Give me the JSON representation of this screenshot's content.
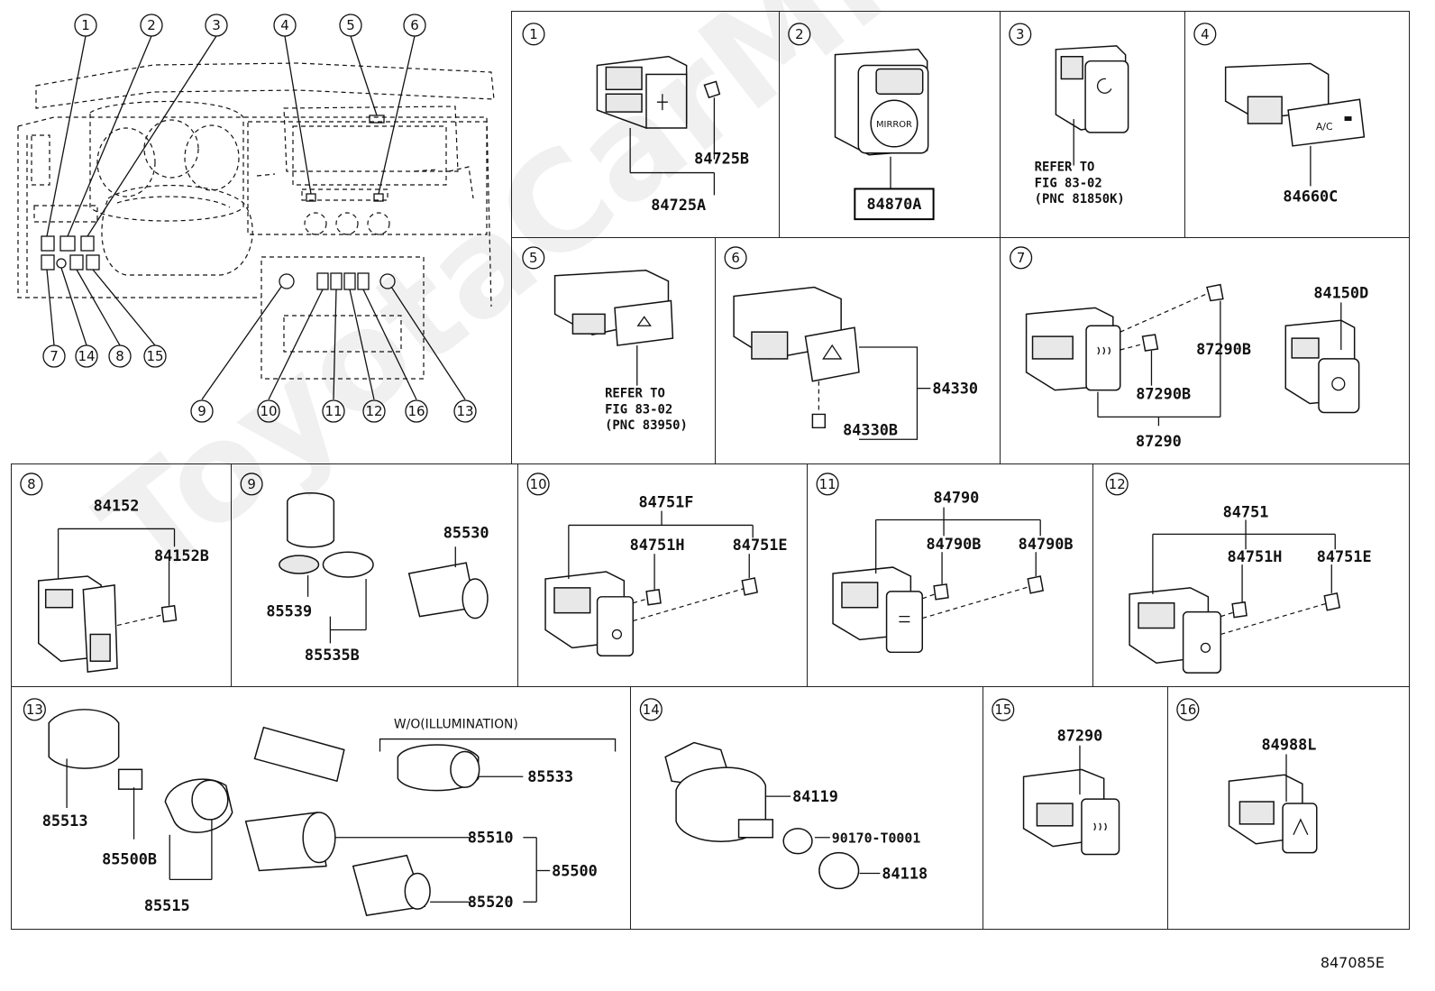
{
  "overview": {
    "callouts_top": [
      "1",
      "2",
      "3",
      "4",
      "5",
      "6"
    ],
    "callouts_left": [
      "7",
      "14",
      "8",
      "15"
    ],
    "callouts_bottom": [
      "9",
      "10",
      "11",
      "12",
      "16",
      "13"
    ]
  },
  "cells": [
    {
      "num": "1",
      "labels": [
        "84725B",
        "84725A"
      ]
    },
    {
      "num": "2",
      "labels": [
        "84870A"
      ],
      "selected": "84870A",
      "button_text": "MIRROR"
    },
    {
      "num": "3",
      "refer": [
        "REFER TO",
        "FIG 83-02",
        "(PNC 81850K)"
      ]
    },
    {
      "num": "4",
      "labels": [
        "84660C"
      ],
      "button_text": "A/C"
    },
    {
      "num": "5",
      "refer": [
        "REFER TO",
        "FIG 83-02",
        "(PNC 83950)"
      ]
    },
    {
      "num": "6",
      "labels": [
        "84330",
        "84330B"
      ]
    },
    {
      "num": "7",
      "labels": [
        "84150D",
        "87290B",
        "87290B",
        "87290"
      ]
    },
    {
      "num": "8",
      "labels": [
        "84152",
        "84152B"
      ]
    },
    {
      "num": "9",
      "labels": [
        "85530",
        "85539",
        "85535B"
      ]
    },
    {
      "num": "10",
      "labels": [
        "84751F",
        "84751H",
        "84751E"
      ]
    },
    {
      "num": "11",
      "labels": [
        "84790",
        "84790B",
        "84790B"
      ]
    },
    {
      "num": "12",
      "labels": [
        "84751",
        "84751H",
        "84751E"
      ]
    },
    {
      "num": "13",
      "labels": [
        "85513",
        "85533",
        "85500B",
        "85510",
        "85500",
        "85515",
        "85520"
      ],
      "caption": "W/O(ILLUMINATION)"
    },
    {
      "num": "14",
      "labels": [
        "84119",
        "90170-T0001",
        "84118"
      ]
    },
    {
      "num": "15",
      "labels": [
        "87290"
      ]
    },
    {
      "num": "16",
      "labels": [
        "84988L"
      ]
    }
  ],
  "diagram_code": "847085E",
  "watermark": "ToyotaCarMine.ru"
}
